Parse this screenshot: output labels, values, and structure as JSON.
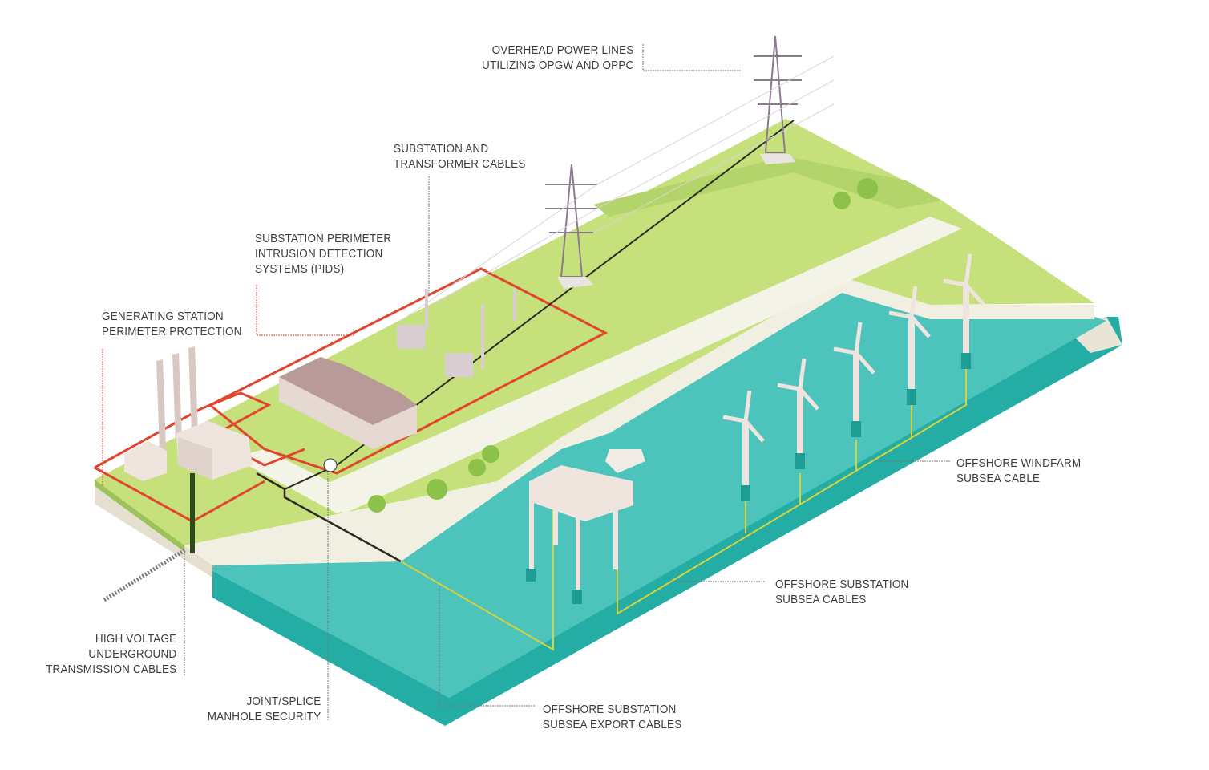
{
  "labels": {
    "overhead": [
      "OVERHEAD POWER LINES",
      "UTILIZING OPGW AND OPPC"
    ],
    "substation_cables": [
      "SUBSTATION AND",
      "TRANSFORMER CABLES"
    ],
    "pids": [
      "SUBSTATION PERIMETER",
      "INTRUSION DETECTION",
      "SYSTEMS (PIDS)"
    ],
    "generating": [
      "GENERATING STATION",
      "PERIMETER PROTECTION"
    ],
    "hv_underground": [
      "HIGH VOLTAGE",
      "UNDERGROUND",
      "TRANSMISSION CABLES"
    ],
    "manhole": [
      "JOINT/SPLICE",
      "MANHOLE SECURITY"
    ],
    "export": [
      "OFFSHORE SUBSTATION",
      "SUBSEA EXPORT CABLES"
    ],
    "offshore_substation": [
      "OFFSHORE SUBSTATION",
      "SUBSEA CABLES"
    ],
    "windfarm": [
      "OFFSHORE WINDFARM",
      "SUBSEA CABLE"
    ]
  },
  "colors": {
    "grass": "#c6e07c",
    "grass_dark": "#9cc25a",
    "sand": "#f1efe2",
    "water": "#4cc3bb",
    "water_side": "#22aea5",
    "perimeter": "#e2452e",
    "cable": "#2e2a20",
    "subsea": "#d9d23a",
    "roof": "#b89a98",
    "tower": "#8b7a8e"
  }
}
